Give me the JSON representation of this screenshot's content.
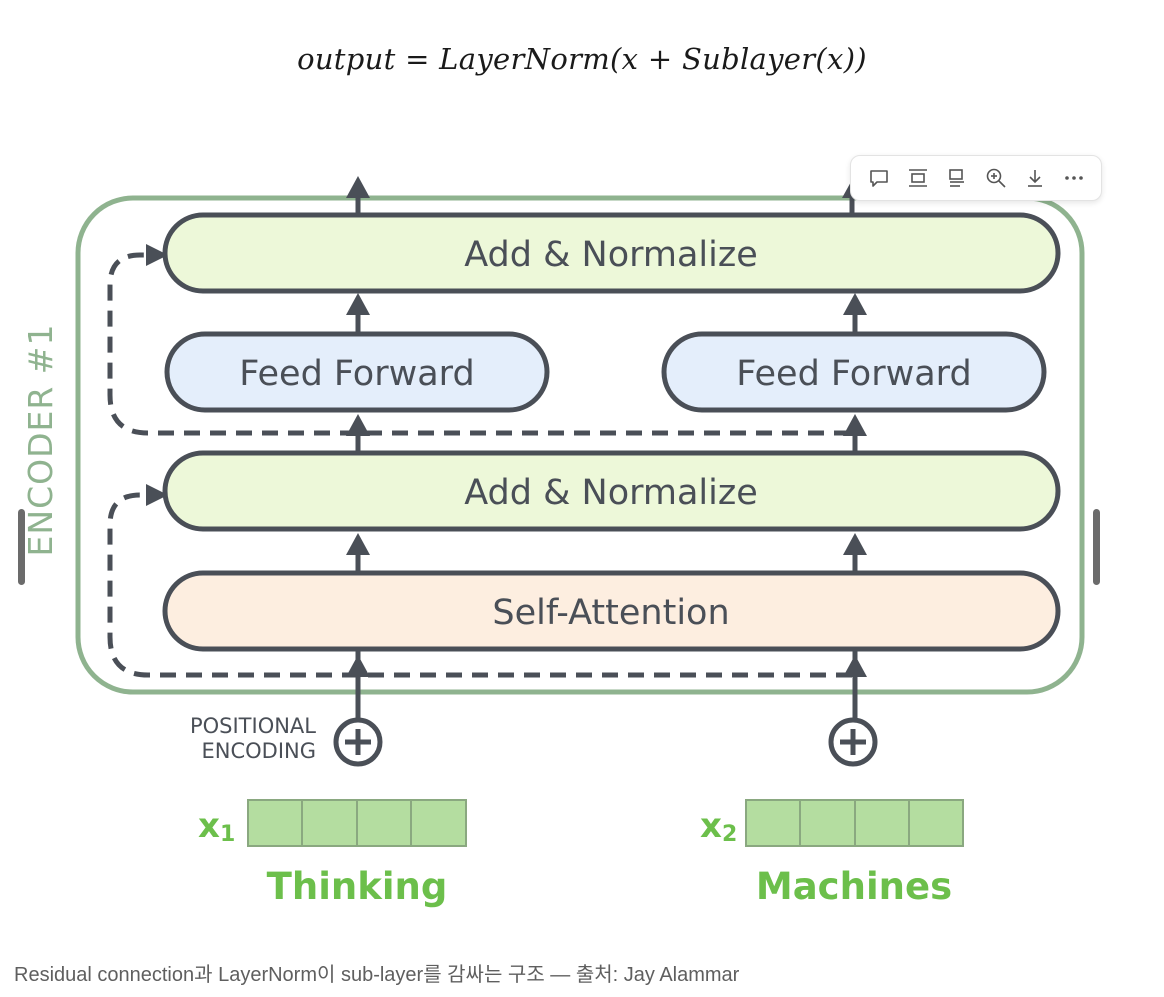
{
  "formula": "output = LayerNorm(x + Sublayer(x))",
  "diagram": {
    "encoder_label": "ENCODER #1",
    "top_norm": "Add & Normalize",
    "ffn_left": "Feed Forward",
    "ffn_right": "Feed Forward",
    "mid_norm": "Add & Normalize",
    "self_attention": "Self-Attention",
    "pos_enc_line1": "POSITIONAL",
    "pos_enc_line2": "ENCODING",
    "x1_label": "x",
    "x1_sub": "1",
    "x2_label": "x",
    "x2_sub": "2",
    "word1": "Thinking",
    "word2": "Machines",
    "colors": {
      "encoder_border": "#8fb38f",
      "encoder_text": "#8fb38f",
      "norm_fill": "#edf8d9",
      "ffn_fill": "#e4eefb",
      "attn_fill": "#fdeee0",
      "stroke": "#4a4f57",
      "word_green": "#6cbf4b",
      "vector_fill": "#b4dda0",
      "vector_stroke": "#8aa880"
    }
  },
  "toolbar": {
    "buttons": [
      {
        "icon": "comment-icon",
        "label": "Comment"
      },
      {
        "icon": "align-center-icon",
        "label": "Align center"
      },
      {
        "icon": "align-bottom-icon",
        "label": "Align bottom"
      },
      {
        "icon": "zoom-in-icon",
        "label": "Zoom in"
      },
      {
        "icon": "download-icon",
        "label": "Download"
      },
      {
        "icon": "more-icon",
        "label": "More"
      }
    ]
  },
  "caption": "Residual connection과 LayerNorm이 sub-layer를 감싸는 구조 — 출처: Jay Alammar"
}
